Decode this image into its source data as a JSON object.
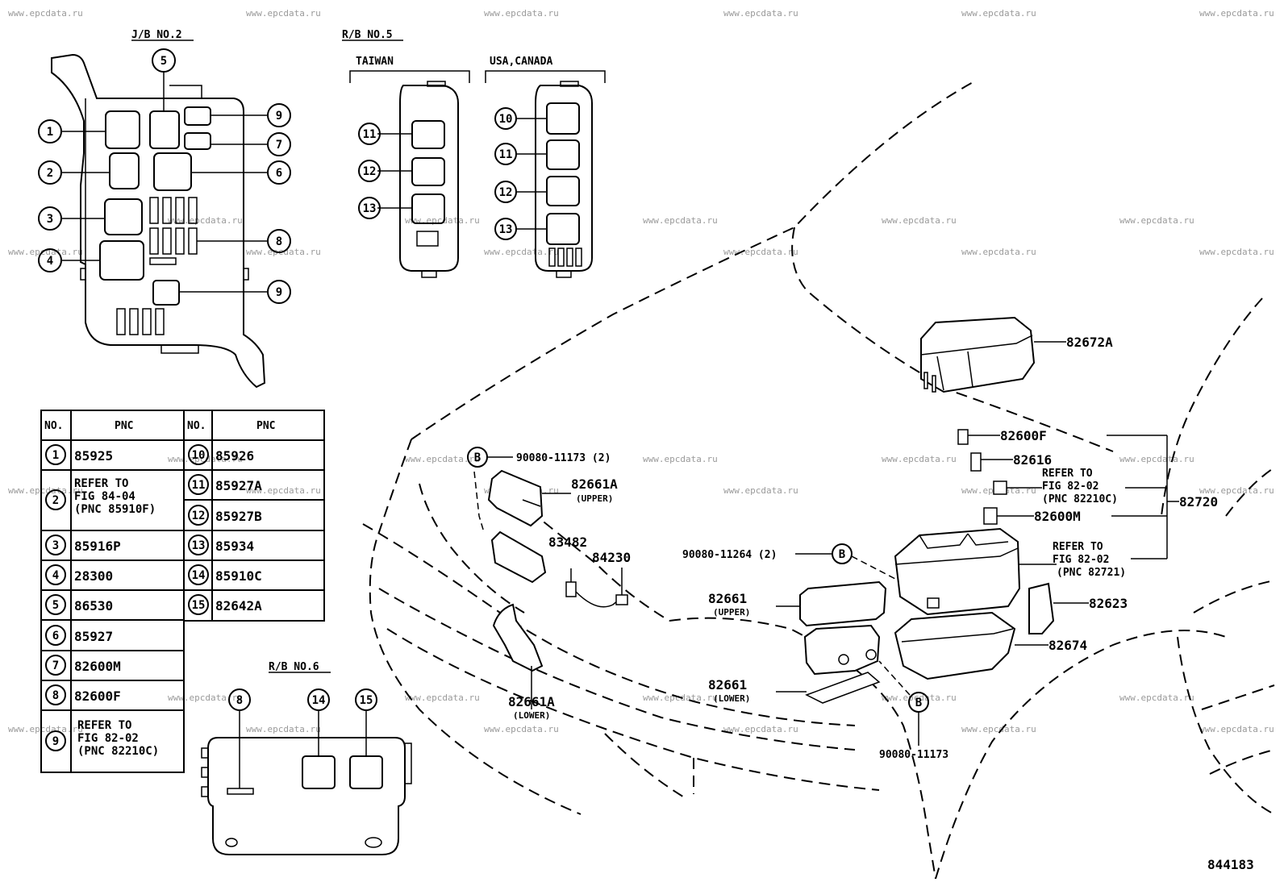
{
  "watermark": "www.epcdata.ru",
  "diagram_id": "844183",
  "sections": {
    "jb2": "J/B NO.2",
    "rb5": "R/B NO.5",
    "rb5_taiwan": "TAIWAN",
    "rb5_usa": "USA,CANADA",
    "rb6": "R/B NO.6"
  },
  "callouts": {
    "jb2": [
      "1",
      "2",
      "3",
      "4",
      "5",
      "9",
      "7",
      "6",
      "8",
      "9"
    ],
    "rb5_taiwan": [
      "11",
      "12",
      "13"
    ],
    "rb5_usa": [
      "10",
      "11",
      "12",
      "13"
    ],
    "rb6": [
      "8",
      "14",
      "15"
    ],
    "bolt": "B"
  },
  "table": {
    "headers": {
      "no": "NO.",
      "pnc": "PNC"
    },
    "left": [
      {
        "no": "1",
        "pnc": [
          "85925"
        ]
      },
      {
        "no": "2",
        "pnc": [
          "REFER TO",
          "FIG 84-04",
          " (PNC 85910F)"
        ]
      },
      {
        "no": "3",
        "pnc": [
          "85916P"
        ]
      },
      {
        "no": "4",
        "pnc": [
          "28300"
        ]
      },
      {
        "no": "5",
        "pnc": [
          "86530"
        ]
      },
      {
        "no": "6",
        "pnc": [
          "85927"
        ]
      },
      {
        "no": "7",
        "pnc": [
          "82600M"
        ]
      },
      {
        "no": "8",
        "pnc": [
          "82600F"
        ]
      },
      {
        "no": "9",
        "pnc": [
          "REFER TO",
          "FIG 82-02",
          " (PNC 82210C)"
        ]
      }
    ],
    "right": [
      {
        "no": "10",
        "pnc": "85926"
      },
      {
        "no": "11",
        "pnc": "85927A"
      },
      {
        "no": "12",
        "pnc": "85927B"
      },
      {
        "no": "13",
        "pnc": "85934"
      },
      {
        "no": "14",
        "pnc": "85910C"
      },
      {
        "no": "15",
        "pnc": "82642A"
      }
    ]
  },
  "parts": {
    "p82672A": "82672A",
    "p82600F": "82600F",
    "p82616": "82616",
    "refer1": [
      "REFER TO",
      "FIG 82-02",
      "(PNC 82210C)"
    ],
    "p82720": "82720",
    "p82600M": "82600M",
    "refer2": [
      "REFER TO",
      "FIG 82-02",
      "(PNC 82721)"
    ],
    "p82623": "82623",
    "p82674": "82674",
    "bolt1": "90080-11173 (2)",
    "p82661A_upper": "82661A",
    "upper": "(UPPER)",
    "lower": "(LOWER)",
    "p83482": "83482",
    "p84230": "84230",
    "bolt2": "90080-11264 (2)",
    "p82661_upper": "82661",
    "p82661_lower": "82661",
    "p82661A_lower": "82661A",
    "bolt3": "90080-11173"
  }
}
